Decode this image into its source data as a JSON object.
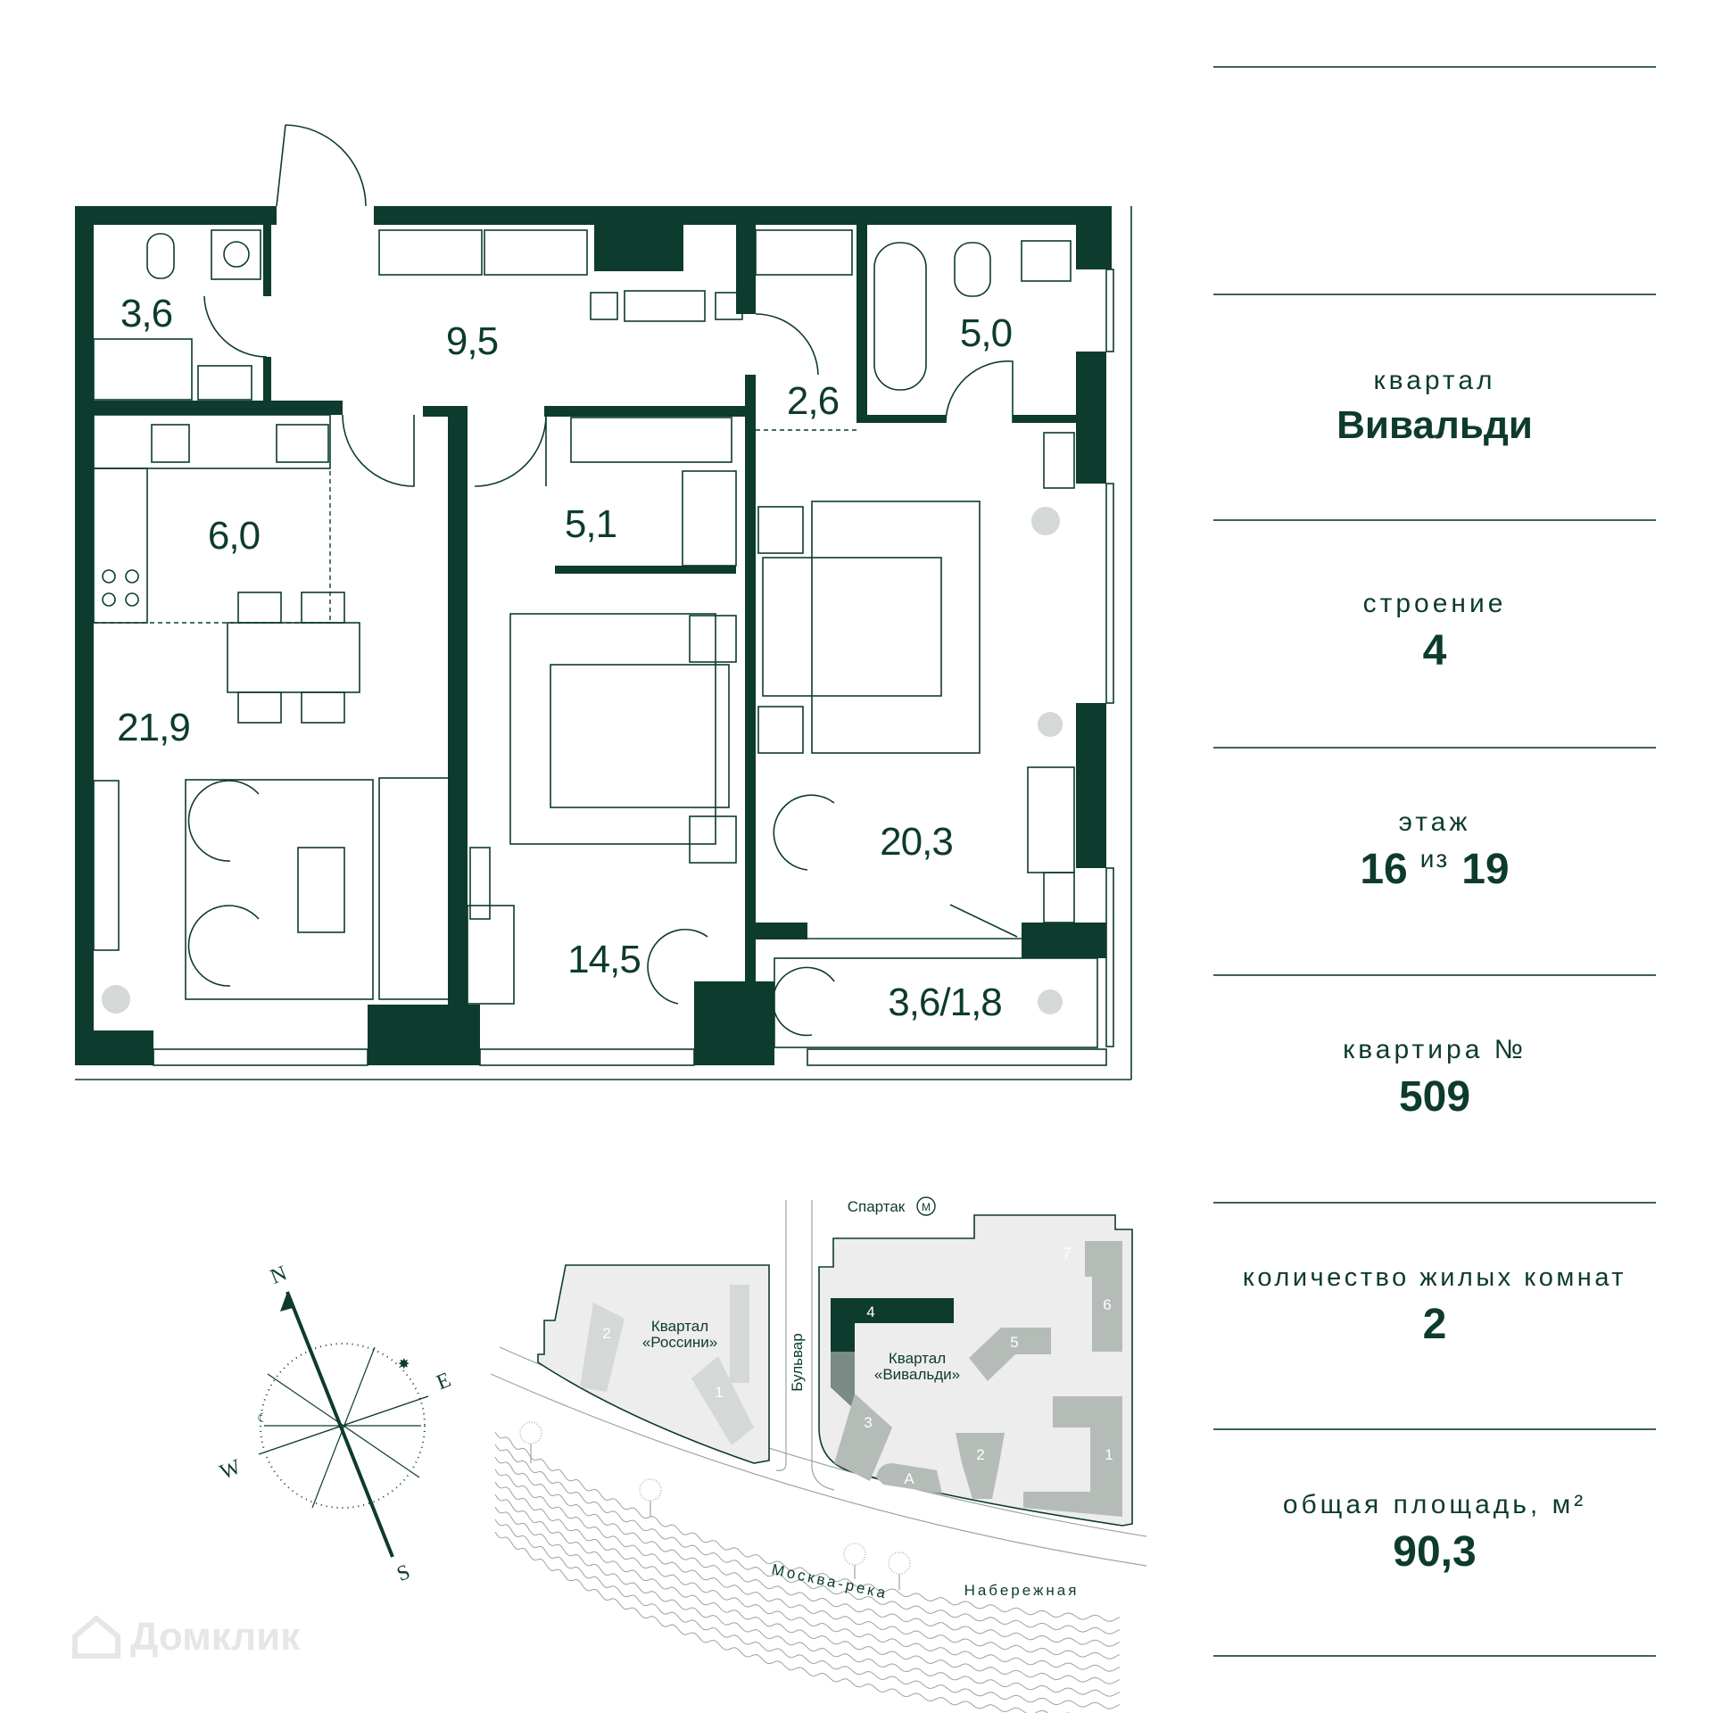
{
  "plan": {
    "rooms": [
      {
        "id": "bathroom-1",
        "area": "3,6"
      },
      {
        "id": "hall",
        "area": "9,5"
      },
      {
        "id": "bathroom-2",
        "area": "5,0"
      },
      {
        "id": "corridor",
        "area": "2,6"
      },
      {
        "id": "kitchen",
        "area": "6,0"
      },
      {
        "id": "wardrobe",
        "area": "5,1"
      },
      {
        "id": "living",
        "area": "21,9"
      },
      {
        "id": "bedroom-1",
        "area": "20,3"
      },
      {
        "id": "bedroom-2",
        "area": "14,5"
      },
      {
        "id": "balcony",
        "area": "3,6/1,8"
      }
    ]
  },
  "compass": {
    "n": "N",
    "s": "S",
    "e": "E",
    "w": "W"
  },
  "site_map": {
    "metro": "Спартак",
    "metro_icon": "М",
    "boulevard": "Бульвар",
    "river": "Москва-река",
    "embankment": "Набережная",
    "quarter_rossini": [
      "Квартал",
      "«Россини»"
    ],
    "quarter_vivaldi": [
      "Квартал",
      "«Вивальди»"
    ],
    "rossini_buildings": [
      "2",
      "1"
    ],
    "vivaldi_buildings": [
      "4",
      "7",
      "6",
      "5",
      "3",
      "2",
      "A",
      "1"
    ],
    "highlight_color": "#0d3b2e",
    "building_color": "#b5bcb8"
  },
  "info": {
    "quarter": {
      "label": "квартал",
      "value": "Вивальди"
    },
    "building": {
      "label": "строение",
      "value": "4"
    },
    "floor": {
      "label": "этаж",
      "value": "16",
      "of": "из",
      "total": "19"
    },
    "apartment": {
      "label": "квартира №",
      "value": "509"
    },
    "rooms": {
      "label": "количество жилых комнат",
      "value": "2"
    },
    "area": {
      "label": "общая площадь, м²",
      "value": "90,3"
    }
  },
  "watermark": "Домклик",
  "colors": {
    "accent": "#0d3b2e"
  }
}
